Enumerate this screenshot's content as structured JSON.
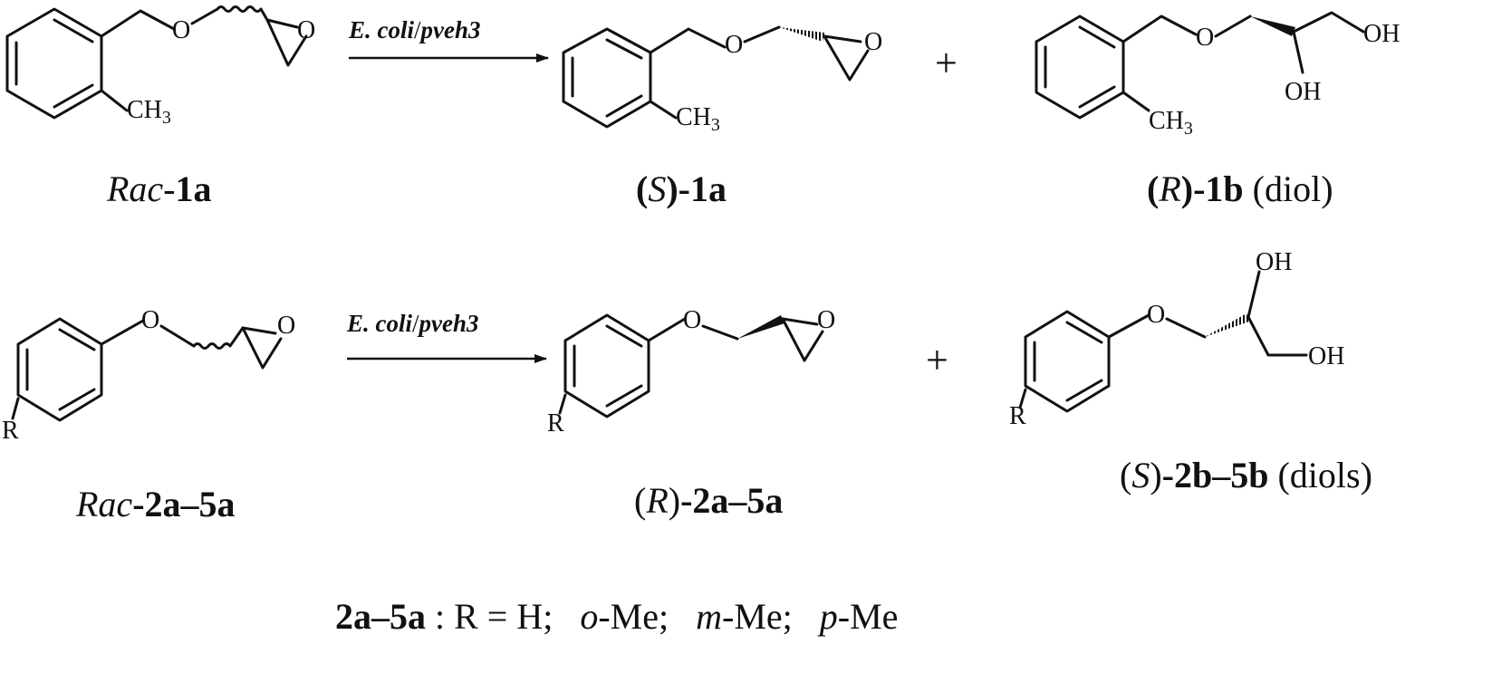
{
  "reagent": {
    "organism": "E. coli",
    "slash": "/",
    "plasmid": "pveh3"
  },
  "plus_sign": "+",
  "atoms": {
    "O": "O",
    "OH": "OH",
    "CH": "CH",
    "three": "3",
    "R": "R"
  },
  "row1": {
    "substrate": {
      "prefix": "Rac",
      "dash": "-",
      "code": "1a"
    },
    "product_epoxide": {
      "open": "(",
      "config": "S",
      "close": ")",
      "dash": "-",
      "code": "1a"
    },
    "product_diol": {
      "open": "(",
      "config": "R",
      "close": ")",
      "dash": "-",
      "code": "1b",
      "note": " (diol)"
    }
  },
  "row2": {
    "substrate": {
      "prefix": "Rac",
      "dash": "-",
      "code": "2a–5a"
    },
    "product_epoxide": {
      "open": "(",
      "config": "R",
      "close": ")",
      "dash": "-",
      "code": "2a–5a"
    },
    "product_diol": {
      "open": "(",
      "config": "S",
      "close": ")",
      "dash": "-",
      "code": "2b–5b",
      "note": " (diols)"
    }
  },
  "footnote": {
    "code": "2a–5a",
    "text1": " : R = H;   ",
    "o": "o",
    "text2": "-Me;   ",
    "m": "m",
    "text3": "-Me;   ",
    "p": "p",
    "text4": "-Me"
  }
}
